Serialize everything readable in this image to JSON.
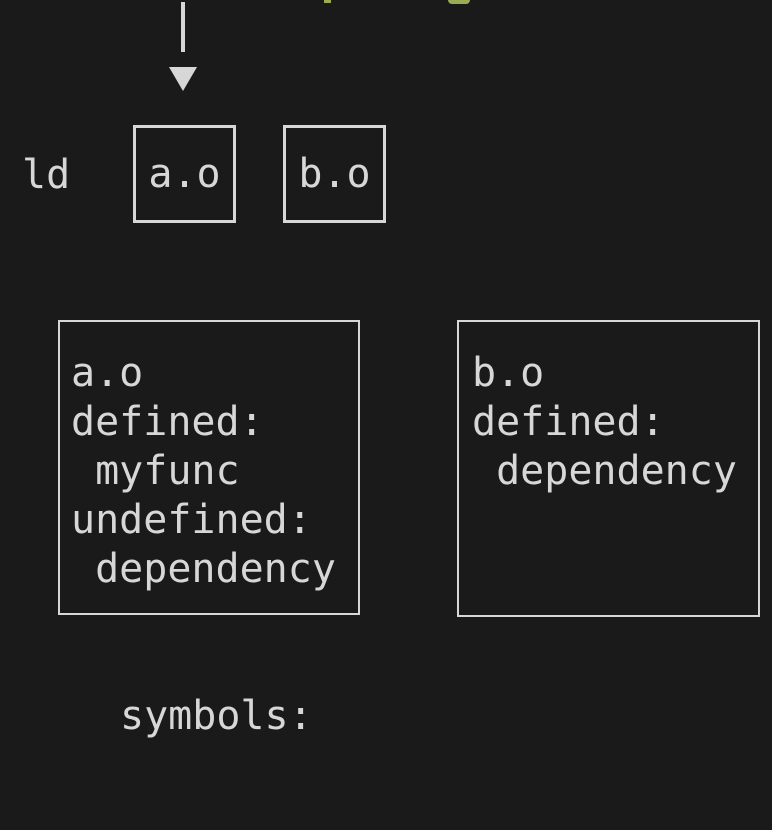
{
  "colors": {
    "background": "#1a1a1a",
    "foreground": "#d7d7d7",
    "accent_green": "#9aad55"
  },
  "icons": {
    "flow_arrow": "arrow-down"
  },
  "linker": {
    "label": "ld"
  },
  "object_files": [
    {
      "label": "a.o"
    },
    {
      "label": "b.o"
    }
  ],
  "symbol_tables": [
    {
      "lines": [
        "a.o",
        "defined:",
        " myfunc",
        "undefined:",
        " dependency"
      ]
    },
    {
      "lines": [
        "b.o",
        "defined:",
        " dependency"
      ]
    }
  ],
  "footer": {
    "label": "symbols:"
  }
}
